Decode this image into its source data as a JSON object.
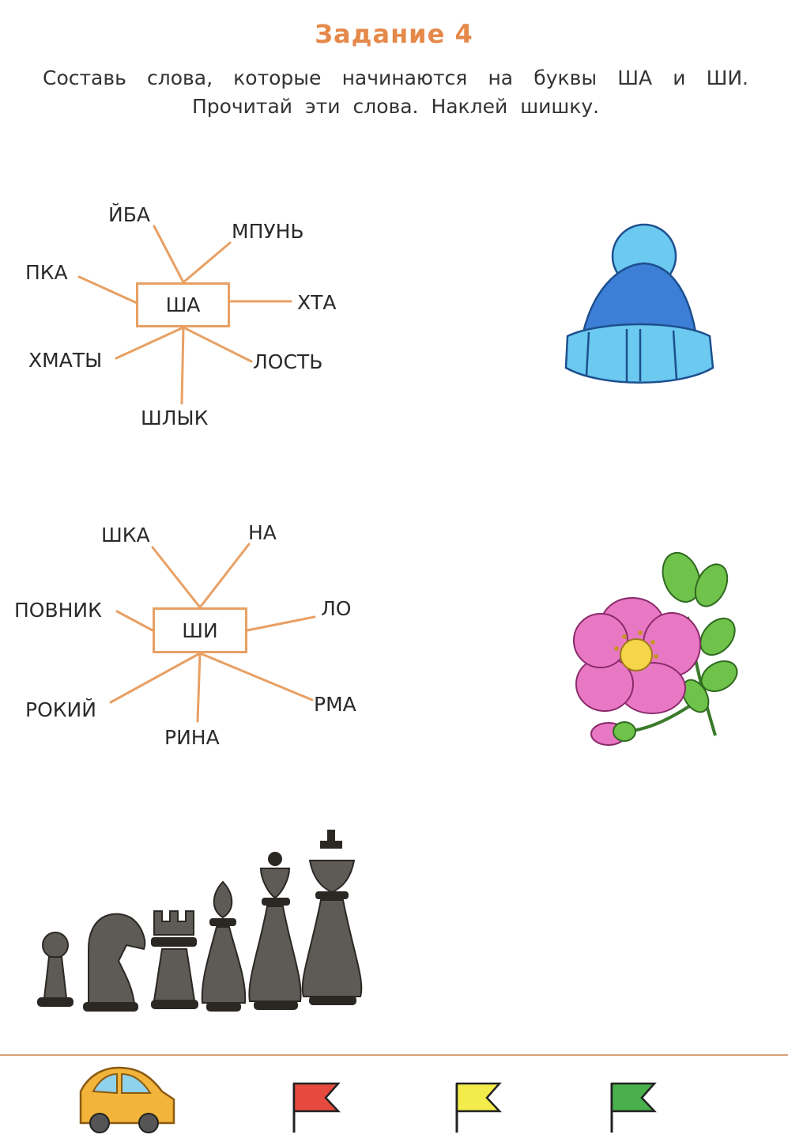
{
  "task": {
    "title": "Задание 4",
    "instruction_line1": "Составь слова, которые начинаются на буквы ША и ШИ.",
    "instruction_line2": "Прочитай эти слова. Наклей шишку."
  },
  "wheel_sha": {
    "hub": "ША",
    "words": [
      "ЙБА",
      "МПУНЬ",
      "ПКА",
      "ХТА",
      "ХМАТЫ",
      "ЛОСТЬ",
      "ШЛЫК"
    ]
  },
  "wheel_shi": {
    "hub": "ШИ",
    "words": [
      "ШКА",
      "НА",
      "ПОВНИК",
      "ЛО",
      "РОКИЙ",
      "РМА",
      "РИНА"
    ]
  },
  "pictures": {
    "hat": "winter-hat-icon",
    "flower": "rosehip-flower-icon",
    "chess": [
      "pawn-icon",
      "knight-icon",
      "rook-icon",
      "bishop-icon",
      "queen-icon",
      "king-icon"
    ]
  },
  "progress": {
    "car": "car-icon",
    "flags": [
      "red-flag-icon",
      "yellow-flag-icon",
      "green-flag-icon"
    ]
  },
  "colors": {
    "title": "#e5894a",
    "lines": "#e8a064",
    "hat_blue": "#3d7fd6",
    "hat_light": "#6cc9ef",
    "flower_pink": "#e978c4",
    "chess": "#5e5a55",
    "car": "#f2b43a",
    "flag_red": "#e64a3f",
    "flag_yellow": "#f3ec4a",
    "flag_green": "#49b04b"
  }
}
